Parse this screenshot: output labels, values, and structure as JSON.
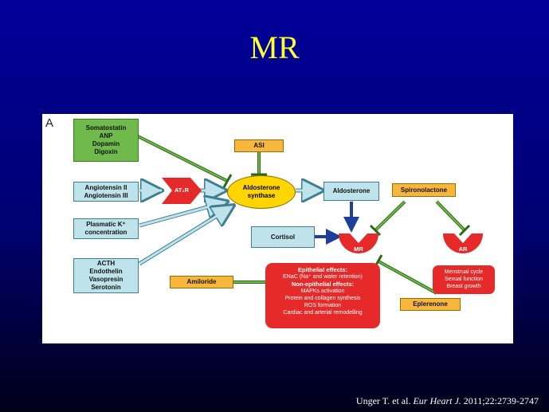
{
  "slide": {
    "title": "MR"
  },
  "figure": {
    "panel": "A",
    "inputs": {
      "group1": [
        "Somatostatin",
        "ANP",
        "Dopamin",
        "Digoxin"
      ],
      "group2": [
        "Angiotensin II",
        "Angiotensin III"
      ],
      "group3": [
        "Plasmatic K⁺",
        "concentration"
      ],
      "group4": [
        "ACTH",
        "Endothelin",
        "Vasopresin",
        "Serotonin"
      ]
    },
    "at1r": {
      "label": "AT₁R"
    },
    "asi": {
      "label": "ASI"
    },
    "synthase": {
      "line1": "Aldosterone",
      "line2": "synthase"
    },
    "aldosterone": {
      "label": "Aldosterone"
    },
    "cortisol": {
      "label": "Cortisol"
    },
    "spironolactone": {
      "label": "Spironolactone"
    },
    "mr": {
      "label": "MR"
    },
    "ar": {
      "label": "AR"
    },
    "amiloride": {
      "label": "Amiloride"
    },
    "eplerenone": {
      "label": "Eplerenone"
    },
    "mr_effects": {
      "epithelial_heading": "Epithelial effects:",
      "epithelial_items": [
        "ENaC (Na⁺ and water retention)"
      ],
      "non_epithelial_heading": "Non-epithelial effects:",
      "non_epithelial_items": [
        "MAPKs activation",
        "Protein and collagen synthesis",
        "ROS formation",
        "Cardiac and arterial remodelling"
      ]
    },
    "ar_effects": [
      "Menstrual cycle",
      "Sexual function",
      "Breast growth"
    ]
  },
  "citation": {
    "authors": "Unger T. et al.",
    "journal": "Eur Heart J.",
    "details": "2011;22:2739-2747"
  },
  "colors": {
    "input_green": "#6fba4a",
    "input_teal": "#bfe3ea",
    "drug_yellow": "#f6b73c",
    "receptor_red": "#e62a2a",
    "synthase_yellow": "#ffd500",
    "title_yellow": "#ffff33"
  }
}
